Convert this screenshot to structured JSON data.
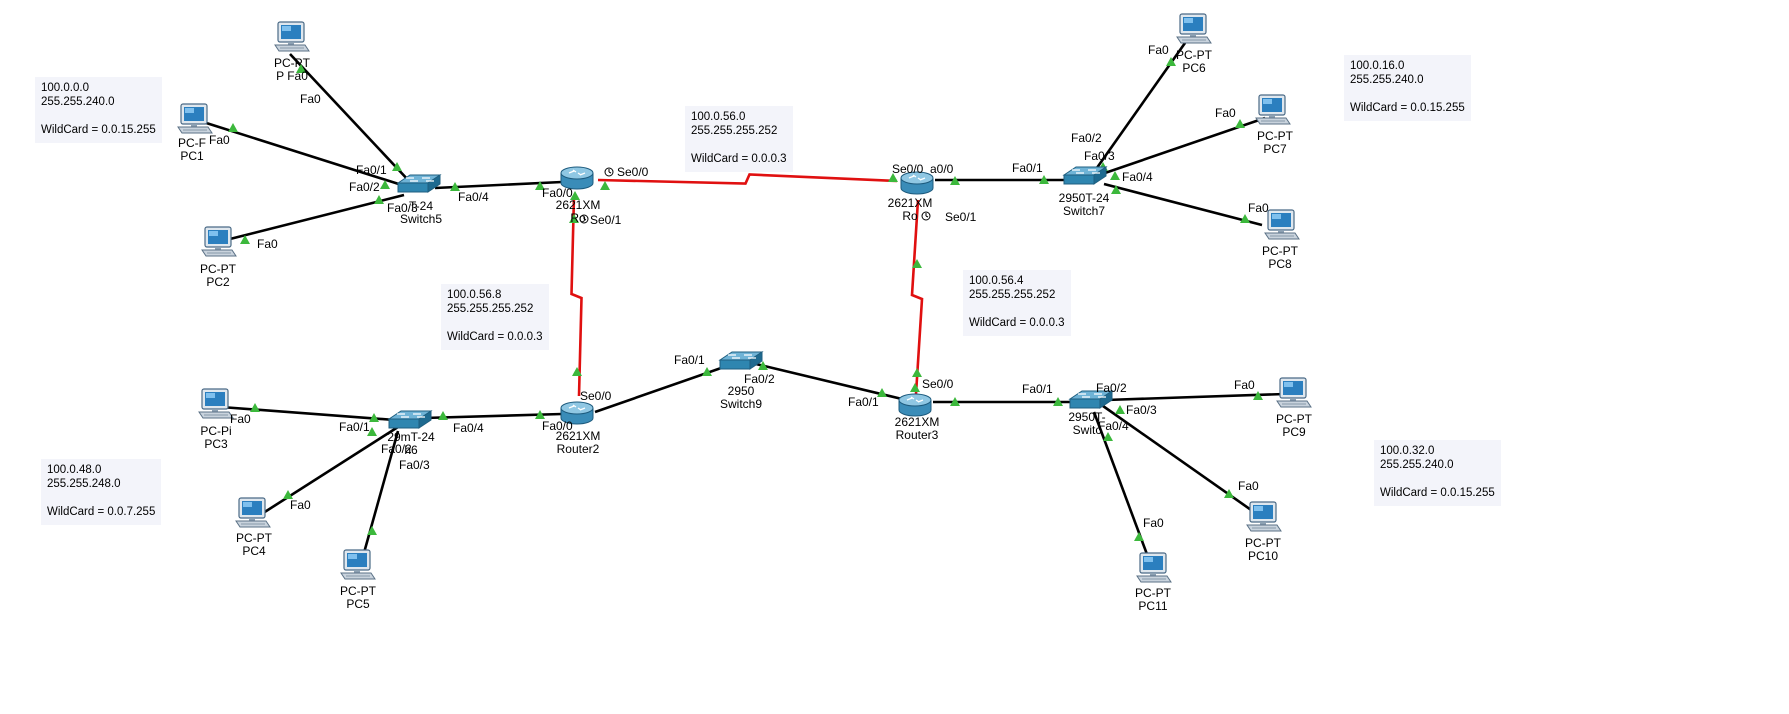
{
  "topology": {
    "notes": [
      {
        "id": "net-a",
        "lines": [
          "100.0.0.0",
          "255.255.240.0",
          "",
          "WildCard = 0.0.15.255"
        ]
      },
      {
        "id": "net-b",
        "lines": [
          "100.0.16.0",
          "255.255.240.0",
          "",
          "WildCard = 0.0.15.255"
        ]
      },
      {
        "id": "link-r0-r1",
        "lines": [
          "100.0.56.0",
          "255.255.255.252",
          "",
          "WildCard = 0.0.0.3"
        ]
      },
      {
        "id": "link-r0-r2",
        "lines": [
          "100.0.56.8",
          "255.255.255.252",
          "",
          "WildCard = 0.0.0.3"
        ]
      },
      {
        "id": "link-r1-r3",
        "lines": [
          "100.0.56.4",
          "255.255.255.252",
          "",
          "WildCard = 0.0.0.3"
        ]
      },
      {
        "id": "net-c",
        "lines": [
          "100.0.48.0",
          "255.255.248.0",
          "",
          "WildCard = 0.0.7.255"
        ]
      },
      {
        "id": "net-d",
        "lines": [
          "100.0.32.0",
          "255.255.240.0",
          "",
          "WildCard = 0.0.15.255"
        ]
      }
    ],
    "devices": [
      {
        "id": "pc-top",
        "type": "pc",
        "lines": [
          "PC-PT",
          "P Fa0"
        ]
      },
      {
        "id": "pc1",
        "type": "pc",
        "lines": [
          "PC-F",
          "PC1"
        ]
      },
      {
        "id": "pc2",
        "type": "pc",
        "lines": [
          "PC-PT",
          "PC2"
        ]
      },
      {
        "id": "switch5",
        "type": "switch",
        "lines": [
          "T-24",
          "Switch5"
        ]
      },
      {
        "id": "router0",
        "type": "router",
        "lines": [
          "2621XM",
          "Ro"
        ]
      },
      {
        "id": "router1",
        "type": "router",
        "lines": [
          "2621XM",
          "Ro"
        ]
      },
      {
        "id": "switch7",
        "type": "switch",
        "lines": [
          "2950T-24",
          "Switch7"
        ]
      },
      {
        "id": "pc6",
        "type": "pc",
        "lines": [
          "PC-PT",
          "PC6"
        ]
      },
      {
        "id": "pc7",
        "type": "pc",
        "lines": [
          "PC-PT",
          "PC7"
        ]
      },
      {
        "id": "pc8",
        "type": "pc",
        "lines": [
          "PC-PT",
          "PC8"
        ]
      },
      {
        "id": "pc3",
        "type": "pc",
        "lines": [
          "PC-Pi",
          "PC3"
        ]
      },
      {
        "id": "pc4",
        "type": "pc",
        "lines": [
          "PC-PT",
          "PC4"
        ]
      },
      {
        "id": "pc5",
        "type": "pc",
        "lines": [
          "PC-PT",
          "PC5"
        ]
      },
      {
        "id": "switch6",
        "type": "switch",
        "lines": [
          "29mT-24",
          "h6"
        ]
      },
      {
        "id": "router2",
        "type": "router",
        "lines": [
          "2621XM",
          "Router2"
        ]
      },
      {
        "id": "switch9",
        "type": "switch",
        "lines": [
          "2950",
          "Switch9"
        ]
      },
      {
        "id": "router3",
        "type": "router",
        "lines": [
          "2621XM",
          "Router3"
        ]
      },
      {
        "id": "switch8",
        "type": "switch",
        "lines": [
          "2950T-",
          "Switc"
        ]
      },
      {
        "id": "pc9",
        "type": "pc",
        "lines": [
          "PC-PT",
          "PC9"
        ]
      },
      {
        "id": "pc10",
        "type": "pc",
        "lines": [
          "PC-PT",
          "PC10"
        ]
      },
      {
        "id": "pc11",
        "type": "pc",
        "lines": [
          "PC-PT",
          "PC11"
        ]
      }
    ],
    "links": [
      {
        "id": "l1",
        "from": "pc-top",
        "to": "switch5",
        "kind": "ethernet"
      },
      {
        "id": "l2",
        "from": "pc1",
        "to": "switch5",
        "kind": "ethernet"
      },
      {
        "id": "l3",
        "from": "pc2",
        "to": "switch5",
        "kind": "ethernet"
      },
      {
        "id": "l4",
        "from": "switch5",
        "to": "router0",
        "kind": "ethernet"
      },
      {
        "id": "l5",
        "from": "router0",
        "to": "router1",
        "kind": "serial"
      },
      {
        "id": "l6",
        "from": "router0",
        "to": "router2",
        "kind": "serial"
      },
      {
        "id": "l7",
        "from": "router1",
        "to": "router3",
        "kind": "serial"
      },
      {
        "id": "l8",
        "from": "router1",
        "to": "switch7",
        "kind": "ethernet"
      },
      {
        "id": "l9",
        "from": "switch7",
        "to": "pc6",
        "kind": "ethernet"
      },
      {
        "id": "l10",
        "from": "switch7",
        "to": "pc7",
        "kind": "ethernet"
      },
      {
        "id": "l11",
        "from": "switch7",
        "to": "pc8",
        "kind": "ethernet"
      },
      {
        "id": "l12",
        "from": "pc3",
        "to": "switch6",
        "kind": "ethernet"
      },
      {
        "id": "l13",
        "from": "pc4",
        "to": "switch6",
        "kind": "ethernet"
      },
      {
        "id": "l14",
        "from": "pc5",
        "to": "switch6",
        "kind": "ethernet"
      },
      {
        "id": "l15",
        "from": "switch6",
        "to": "router2",
        "kind": "ethernet"
      },
      {
        "id": "l16",
        "from": "router2",
        "to": "switch9",
        "kind": "ethernet"
      },
      {
        "id": "l17",
        "from": "switch9",
        "to": "router3",
        "kind": "ethernet"
      },
      {
        "id": "l18",
        "from": "router3",
        "to": "switch8",
        "kind": "ethernet"
      },
      {
        "id": "l19",
        "from": "switch8",
        "to": "pc9",
        "kind": "ethernet"
      },
      {
        "id": "l20",
        "from": "switch8",
        "to": "pc10",
        "kind": "ethernet"
      },
      {
        "id": "l21",
        "from": "switch8",
        "to": "pc11",
        "kind": "ethernet"
      }
    ],
    "port_labels": [
      {
        "id": "p1",
        "text": "Fa0"
      },
      {
        "id": "p2",
        "text": "Fa0/1"
      },
      {
        "id": "p3",
        "text": "Fa0/2"
      },
      {
        "id": "p4",
        "text": "Fa0/3"
      },
      {
        "id": "p5",
        "text": "Fa0"
      },
      {
        "id": "p6",
        "text": "Fa0/4"
      },
      {
        "id": "p7",
        "text": "Fa0/0"
      },
      {
        "id": "p8",
        "text": "Se0/0"
      },
      {
        "id": "p9",
        "text": "Se0/1"
      },
      {
        "id": "p10",
        "text": "Se0/0"
      },
      {
        "id": "p11",
        "text": "a0/0"
      },
      {
        "id": "p12",
        "text": "Se0/1"
      },
      {
        "id": "p13",
        "text": "Fa0/1"
      },
      {
        "id": "p14",
        "text": "Fa0/2"
      },
      {
        "id": "p15",
        "text": "Fa0/3"
      },
      {
        "id": "p16",
        "text": "Fa0/4"
      },
      {
        "id": "p17",
        "text": "Fa0"
      },
      {
        "id": "p18",
        "text": "Fa0"
      },
      {
        "id": "p19",
        "text": "Fa0"
      },
      {
        "id": "p20",
        "text": "Fa0"
      },
      {
        "id": "p21",
        "text": "Fa0/1"
      },
      {
        "id": "p22",
        "text": "Fa0/4"
      },
      {
        "id": "p23",
        "text": "Fa0/2"
      },
      {
        "id": "p24",
        "text": "Fa0/3"
      },
      {
        "id": "p25",
        "text": "Fa0"
      },
      {
        "id": "p26",
        "text": "Fa0"
      },
      {
        "id": "p27",
        "text": "Fa0/0"
      },
      {
        "id": "p28",
        "text": "Se0/0"
      },
      {
        "id": "p29",
        "text": "Fa0/1"
      },
      {
        "id": "p30",
        "text": "Fa0/2"
      },
      {
        "id": "p31",
        "text": "Fa0/1"
      },
      {
        "id": "p32",
        "text": "Se0/0"
      },
      {
        "id": "p33",
        "text": "Fa0/1"
      },
      {
        "id": "p34",
        "text": "Fa0/2"
      },
      {
        "id": "p35",
        "text": "Fa0/3"
      },
      {
        "id": "p36",
        "text": "Fa0/4"
      },
      {
        "id": "p37",
        "text": "Fa0"
      },
      {
        "id": "p38",
        "text": "Fa0"
      },
      {
        "id": "p39",
        "text": "Fa0"
      }
    ],
    "colors": {
      "ethernet": "#000000",
      "serial": "#e01010",
      "port_ok": "#3cb83c",
      "note_bg": "#f3f4fa",
      "device_blue": "#2a7fa8"
    },
    "icon_names": {
      "pc": "pc-icon",
      "switch": "switch-icon",
      "router": "router-icon"
    }
  }
}
